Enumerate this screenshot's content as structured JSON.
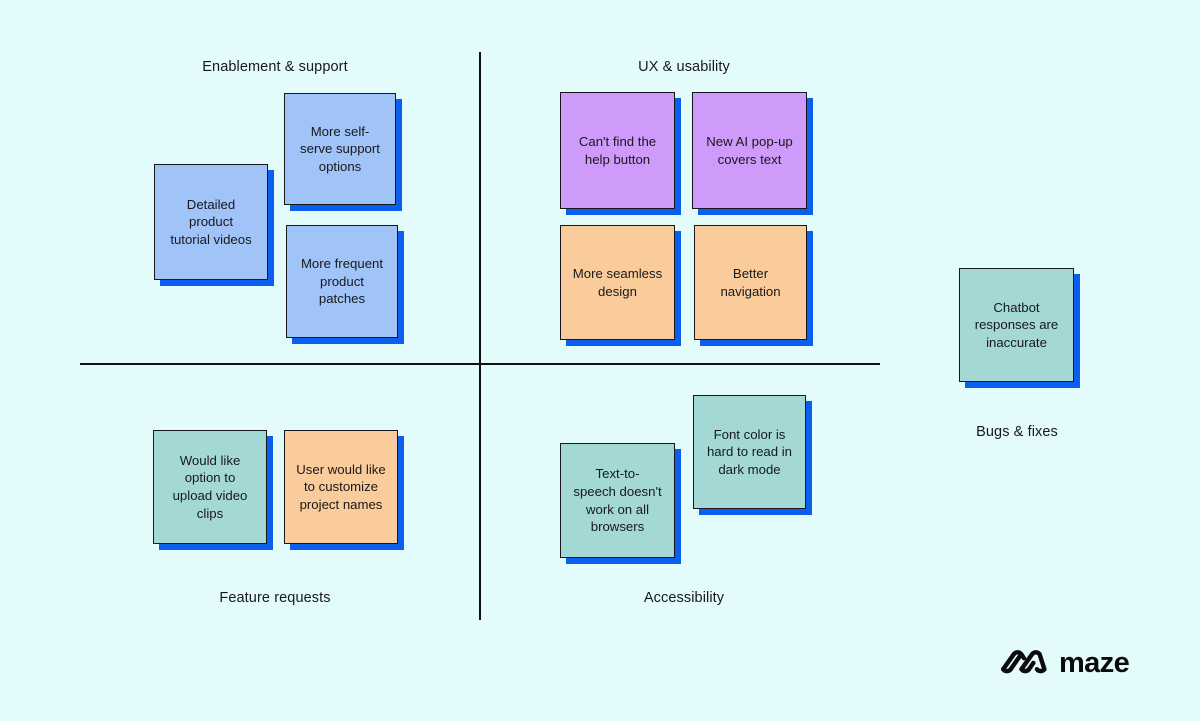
{
  "board": {
    "background_color": "#E4FBFC",
    "axis_color": "#111111"
  },
  "quadrants": [
    {
      "id": "enablement",
      "label": "Enablement & support",
      "position": "top-left"
    },
    {
      "id": "ux",
      "label": "UX & usability",
      "position": "top-right"
    },
    {
      "id": "feature",
      "label": "Feature requests",
      "position": "bottom-left"
    },
    {
      "id": "accessibility",
      "label": "Accessibility",
      "position": "bottom-right"
    },
    {
      "id": "bugs",
      "label": "Bugs & fixes",
      "position": "outside-right"
    }
  ],
  "palette": {
    "blue": "#A0C4F8",
    "purple": "#CE9BFA",
    "orange": "#FBCC9B",
    "teal": "#A4D8D5",
    "shadow": "#0B5FEF",
    "note_border": "#18181B",
    "text": "#18181B"
  },
  "notes": [
    {
      "id": "n1",
      "text": "Detailed\nproduct\ntutorial videos",
      "color": "blue",
      "group": "enablement"
    },
    {
      "id": "n2",
      "text": "More self-\nserve support\noptions",
      "color": "blue",
      "group": "enablement"
    },
    {
      "id": "n3",
      "text": "More frequent\nproduct\npatches",
      "color": "blue",
      "group": "enablement"
    },
    {
      "id": "n4",
      "text": "Can't find the\nhelp button",
      "color": "purple",
      "group": "ux"
    },
    {
      "id": "n5",
      "text": "New AI pop-up\ncovers text",
      "color": "purple",
      "group": "ux"
    },
    {
      "id": "n6",
      "text": "More seamless\ndesign",
      "color": "orange",
      "group": "ux"
    },
    {
      "id": "n7",
      "text": "Better\nnavigation",
      "color": "orange",
      "group": "ux"
    },
    {
      "id": "n8",
      "text": "Would like\noption to\nupload video\nclips",
      "color": "teal",
      "group": "feature"
    },
    {
      "id": "n9",
      "text": "User would like\nto customize\nproject names",
      "color": "orange",
      "group": "feature"
    },
    {
      "id": "n10",
      "text": "Text-to-\nspeech doesn't\nwork on all\nbrowsers",
      "color": "teal",
      "group": "accessibility"
    },
    {
      "id": "n11",
      "text": "Font color is\nhard to read in\ndark mode",
      "color": "teal",
      "group": "accessibility"
    },
    {
      "id": "n12",
      "text": "Chatbot\nresponses are\ninaccurate",
      "color": "teal",
      "group": "bugs"
    }
  ],
  "branding": {
    "wordmark": "maze",
    "mark_name": "maze-logo-mark"
  }
}
